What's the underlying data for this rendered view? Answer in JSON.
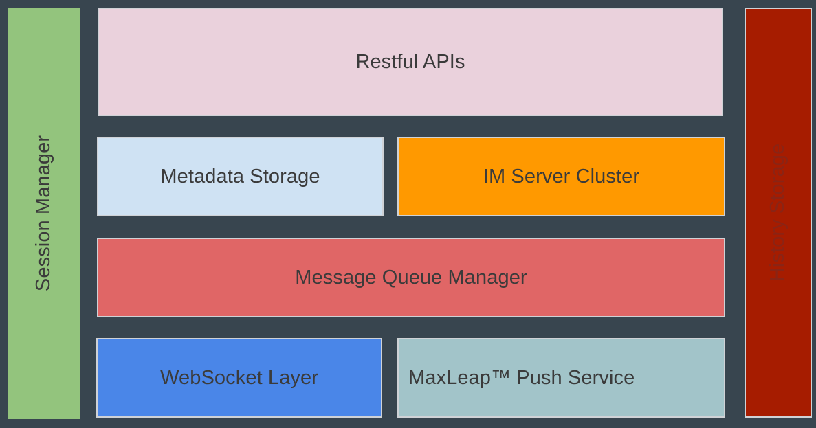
{
  "diagram": {
    "session_manager": {
      "label": "Session Manager",
      "color": "#93c47d"
    },
    "history_storage": {
      "label": "History Storage",
      "color": "#a61c00",
      "text_color": "#8a2415"
    },
    "restful_apis": {
      "label": "Restful APIs",
      "color": "#ead1dc"
    },
    "metadata_storage": {
      "label": "Metadata Storage",
      "color": "#cfe2f3"
    },
    "im_server_cluster": {
      "label": "IM Server Cluster",
      "color": "#ff9900"
    },
    "message_queue_manager": {
      "label": "Message Queue Manager",
      "color": "#e06666"
    },
    "websocket_layer": {
      "label": "WebSocket Layer",
      "color": "#4a86e8"
    },
    "push_service": {
      "label": "MaxLeap™ Push Service",
      "color": "#a2c4c9"
    },
    "background_color": "#38454f"
  }
}
